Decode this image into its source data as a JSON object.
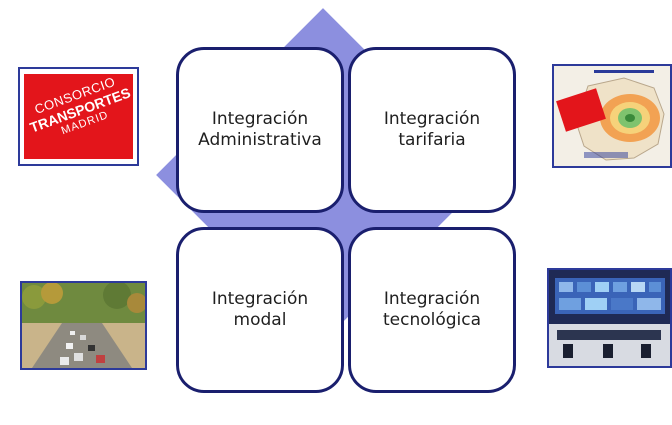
{
  "boxes": [
    {
      "label": "Integración\nAdministrativa"
    },
    {
      "label": "Integración\ntarifaria"
    },
    {
      "label": "Integración\nmodal"
    },
    {
      "label": "Integración\ntecnológica"
    }
  ],
  "logo": {
    "line1": "CONSORCIO",
    "line2": "TRANSPORTES",
    "line3": "MADRID"
  },
  "colors": {
    "diamond": "#8c8fdf",
    "box_border": "#1a1f6e",
    "logo_red": "#e3151b"
  }
}
